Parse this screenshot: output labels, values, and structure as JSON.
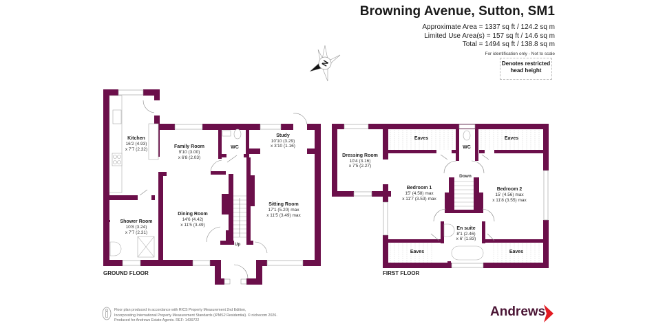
{
  "header": {
    "title": "Browning Avenue, Sutton, SM1",
    "approximate_area": "Approximate Area = 1337 sq ft / 124.2 sq m",
    "limited_use_area": "Limited Use Area(s) = 157 sq ft / 14.6 sq m",
    "total": "Total = 1494 sq ft / 138.8 sq m",
    "note": "For identification only - Not to scale"
  },
  "legend": {
    "line1": "Denotes restricted",
    "line2": "head height"
  },
  "compass": {
    "icon": "compass-north-icon",
    "label": "N"
  },
  "colors": {
    "wall": "#6b0f4a",
    "brand": "#4a1434",
    "brand_accent": "#e31b23"
  },
  "ground_floor": {
    "label": "GROUND FLOOR",
    "rooms": [
      {
        "name": "Kitchen",
        "dim1": "16'2 (4.93)",
        "dim2": "x 7'7 (2.32)"
      },
      {
        "name": "Family Room",
        "dim1": "9'10 (3.00)",
        "dim2": "x 6'8 (2.03)"
      },
      {
        "name": "WC",
        "dim1": "",
        "dim2": ""
      },
      {
        "name": "Study",
        "dim1": "10'10 (3.29)",
        "dim2": "x 3'10 (1.16)"
      },
      {
        "name": "Shower Room",
        "dim1": "10'8 (3.24)",
        "dim2": "x 7'7 (2.31)"
      },
      {
        "name": "Dining Room",
        "dim1": "14'6 (4.42)",
        "dim2": "x 11'5 (3.49)"
      },
      {
        "name": "Sitting Room",
        "dim1": "17'1 (5.20) max",
        "dim2": "x 11'5 (3.49) max"
      }
    ],
    "stairs_label": "Up"
  },
  "first_floor": {
    "label": "FIRST FLOOR",
    "rooms": [
      {
        "name": "Dressing Room",
        "dim1": "10'4 (3.16)",
        "dim2": "x 7'5 (2.27)"
      },
      {
        "name": "Eaves",
        "dim1": "",
        "dim2": ""
      },
      {
        "name": "WC",
        "dim1": "",
        "dim2": ""
      },
      {
        "name": "Eaves",
        "dim1": "",
        "dim2": ""
      },
      {
        "name": "Bedroom 1",
        "dim1": "15' (4.58) max",
        "dim2": "x 11'7 (3.53) max"
      },
      {
        "name": "Bedroom 2",
        "dim1": "15' (4.56) max",
        "dim2": "x 11'8 (3.55) max"
      },
      {
        "name": "En suite",
        "dim1": "8'1 (2.46)",
        "dim2": "x 6' (1.83)"
      },
      {
        "name": "Eaves",
        "dim1": "",
        "dim2": ""
      },
      {
        "name": "Eaves",
        "dim1": "",
        "dim2": ""
      }
    ],
    "stairs_label": "Down"
  },
  "footer": {
    "line1": "Floor plan produced in accordance with RICS Property Measurement 2nd Edition,",
    "line2": "Incorporating International Property Measurement Standards (IPMS2 Residential).  © nichecom 2026.",
    "line3": "Produced for Andrews Estate Agents.   REF: 1439722"
  },
  "brand": {
    "name": "Andrews"
  }
}
